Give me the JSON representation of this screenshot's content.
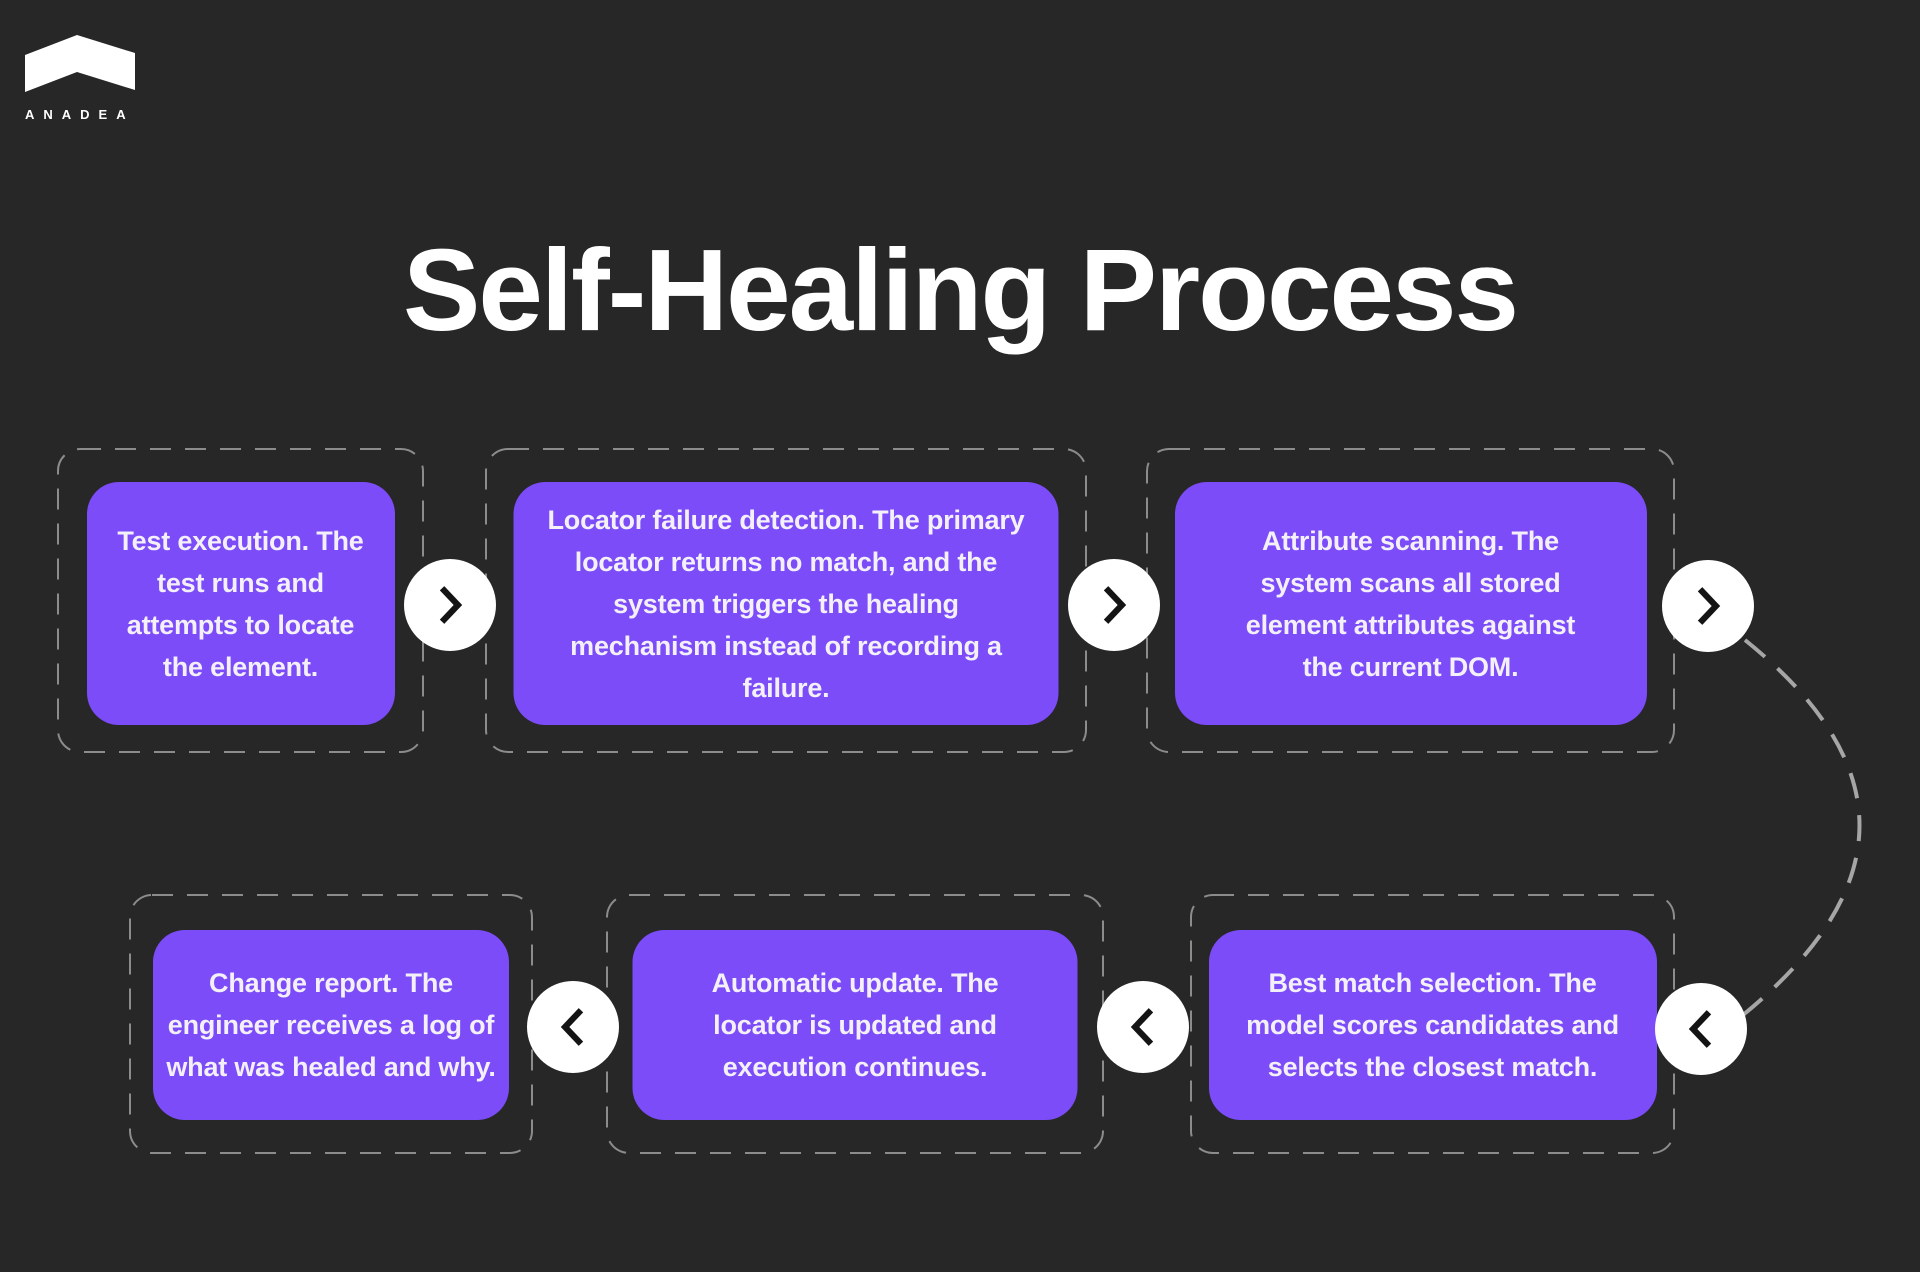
{
  "brand": {
    "name": "ANADEA",
    "logo_icon": "chevron-roof"
  },
  "page": {
    "title": "Self-Healing Process"
  },
  "steps": [
    {
      "order": 1,
      "text": "Test execution. The test runs and attempts to locate the element."
    },
    {
      "order": 2,
      "text": "Locator failure detection. The primary locator returns no match, and the system triggers the healing mechanism instead of recording a failure."
    },
    {
      "order": 3,
      "text": "Attribute scanning. The system scans all stored element attributes against the current DOM."
    },
    {
      "order": 4,
      "text": "Best match selection. The model scores candidates and selects the closest match."
    },
    {
      "order": 5,
      "text": "Automatic update. The locator is updated and execution continues."
    },
    {
      "order": 6,
      "text": "Change report. The engineer receives a log of what was healed and why."
    }
  ],
  "arrows": {
    "row1_direction": "right",
    "row2_direction": "left",
    "connector": "dashed-curve-right-side"
  },
  "icons": {
    "forward": "chevron-right-icon",
    "backward": "chevron-left-icon"
  },
  "colors": {
    "background": "#272727",
    "card": "#7C4CF8",
    "card_text": "#F4F0FA",
    "title_text": "#FFFFFF",
    "logo": "#FFFFFF",
    "dashed_border": "#8C8C8C",
    "connector": "#A6A6A6",
    "arrow_circle": "#FFFFFF",
    "arrow_glyph": "#141414"
  }
}
